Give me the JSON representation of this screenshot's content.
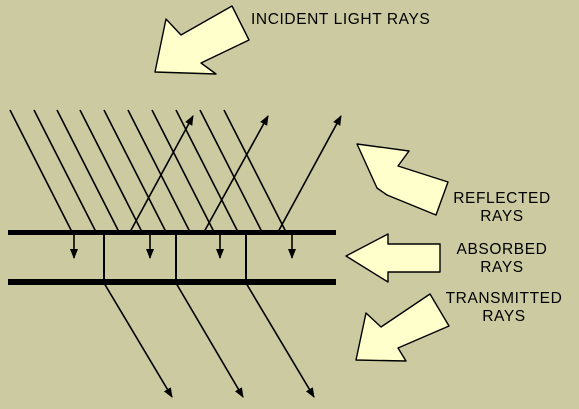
{
  "diagram": {
    "labels": {
      "incident": "INCIDENT  LIGHT  RAYS",
      "reflected": [
        "REFLECTED",
        "RAYS"
      ],
      "absorbed": [
        "ABSORBED",
        "RAYS"
      ],
      "transmitted": [
        "TRANSMITTED",
        "RAYS"
      ]
    },
    "colors": {
      "background": "#cbcaa0",
      "block_arrow_fill": "#ffffcc",
      "line": "#000000"
    },
    "icons": {
      "incident": "block-arrow-down-left-icon",
      "reflected": "block-arrow-up-left-icon",
      "absorbed": "block-arrow-left-icon",
      "transmitted": "block-arrow-down-left-icon"
    }
  }
}
